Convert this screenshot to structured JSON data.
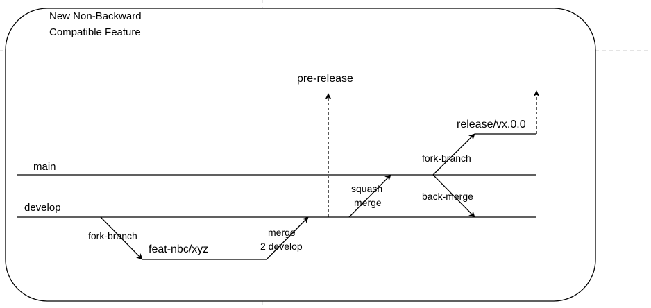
{
  "diagram": {
    "title_line1": "New Non-Backward",
    "title_line2": "Compatible Feature",
    "branches": {
      "main": "main",
      "develop": "develop",
      "feature": "feat-nbc/xyz",
      "release": "release/vx.0.0",
      "pre_release": "pre-release"
    },
    "edges": {
      "fork_branch_feature": "fork-branch",
      "merge_to_develop_line1": "merge",
      "merge_to_develop_line2": "2 develop",
      "squash_merge_line1": "squash",
      "squash_merge_line2": "merge",
      "fork_branch_release": "fork-branch",
      "back_merge": "back-merge"
    },
    "colors": {
      "stroke": "#000000",
      "guide": "#c8c8c8",
      "background": "#ffffff"
    }
  }
}
